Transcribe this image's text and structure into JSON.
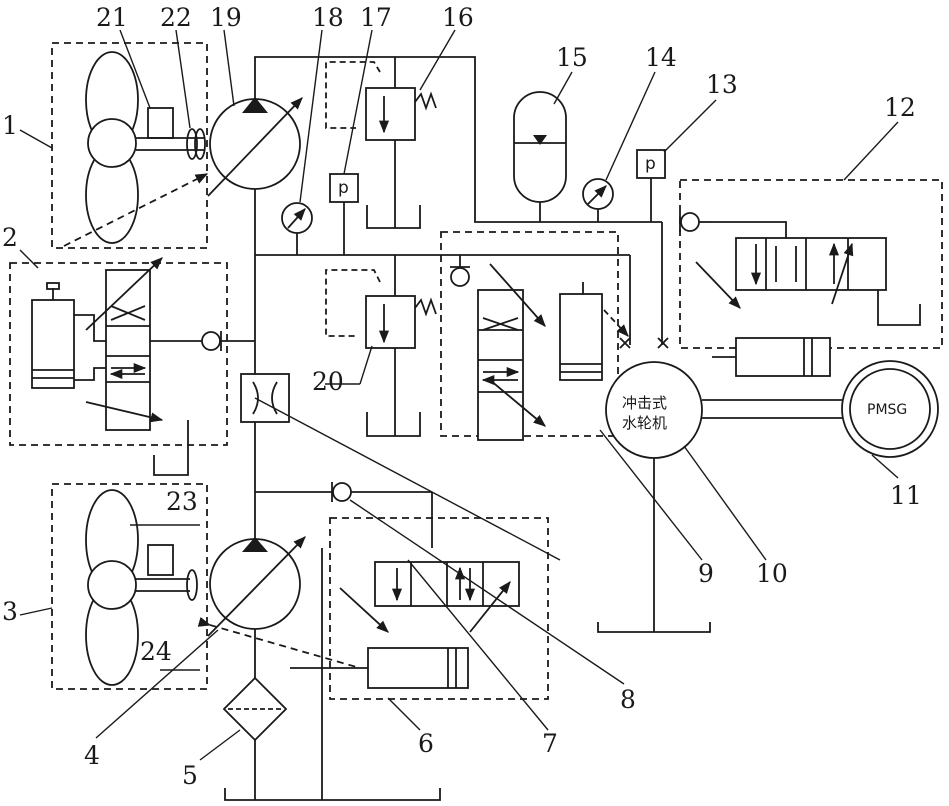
{
  "labels": {
    "turbine_line1": "冲击式",
    "turbine_line2": "水轮机",
    "generator": "PMSG",
    "p17": "p",
    "p13": "p"
  },
  "callouts": {
    "c1": "1",
    "c2": "2",
    "c3": "3",
    "c4": "4",
    "c5": "5",
    "c6": "6",
    "c7": "7",
    "c8": "8",
    "c9": "9",
    "c10": "10",
    "c11": "11",
    "c12": "12",
    "c13": "13",
    "c14": "14",
    "c15": "15",
    "c16": "16",
    "c17": "17",
    "c18": "18",
    "c19": "19",
    "c20": "20",
    "c21": "21",
    "c22": "22",
    "c23": "23",
    "c24": "24"
  }
}
